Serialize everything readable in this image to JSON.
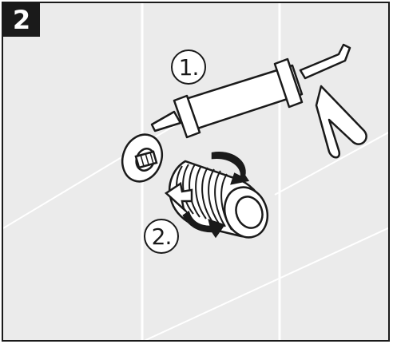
{
  "step_number": "2",
  "callouts": [
    {
      "label": "1."
    },
    {
      "label": "2."
    }
  ],
  "colors": {
    "outline": "#1a1a1a",
    "tile_background": "#ebebeb",
    "grout": "#ffffff"
  }
}
